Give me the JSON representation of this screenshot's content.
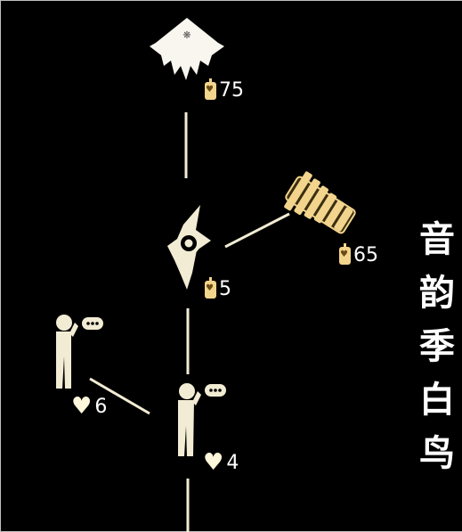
{
  "nodes": {
    "cape": {
      "icon": "cape-icon",
      "cost": "75",
      "currency": "candle-icon"
    },
    "xylophone": {
      "icon": "xylophone-icon",
      "cost": "65",
      "currency": "candle-icon"
    },
    "emote_upper": {
      "icon": "starburst-emote-icon",
      "cost": "5",
      "currency": "candle-icon"
    },
    "friend_left": {
      "icon": "speaking-figure-icon",
      "cost": "6",
      "currency": "heart-icon"
    },
    "friend_bottom": {
      "icon": "speaking-figure-icon",
      "cost": "4",
      "currency": "heart-icon"
    }
  },
  "title_chars": [
    "音",
    "韵",
    "季",
    "白",
    "鸟"
  ],
  "colors": {
    "background": "#000000",
    "item": "#f2ecd4",
    "candle": "#f2d48c",
    "text": "#ffffff"
  }
}
